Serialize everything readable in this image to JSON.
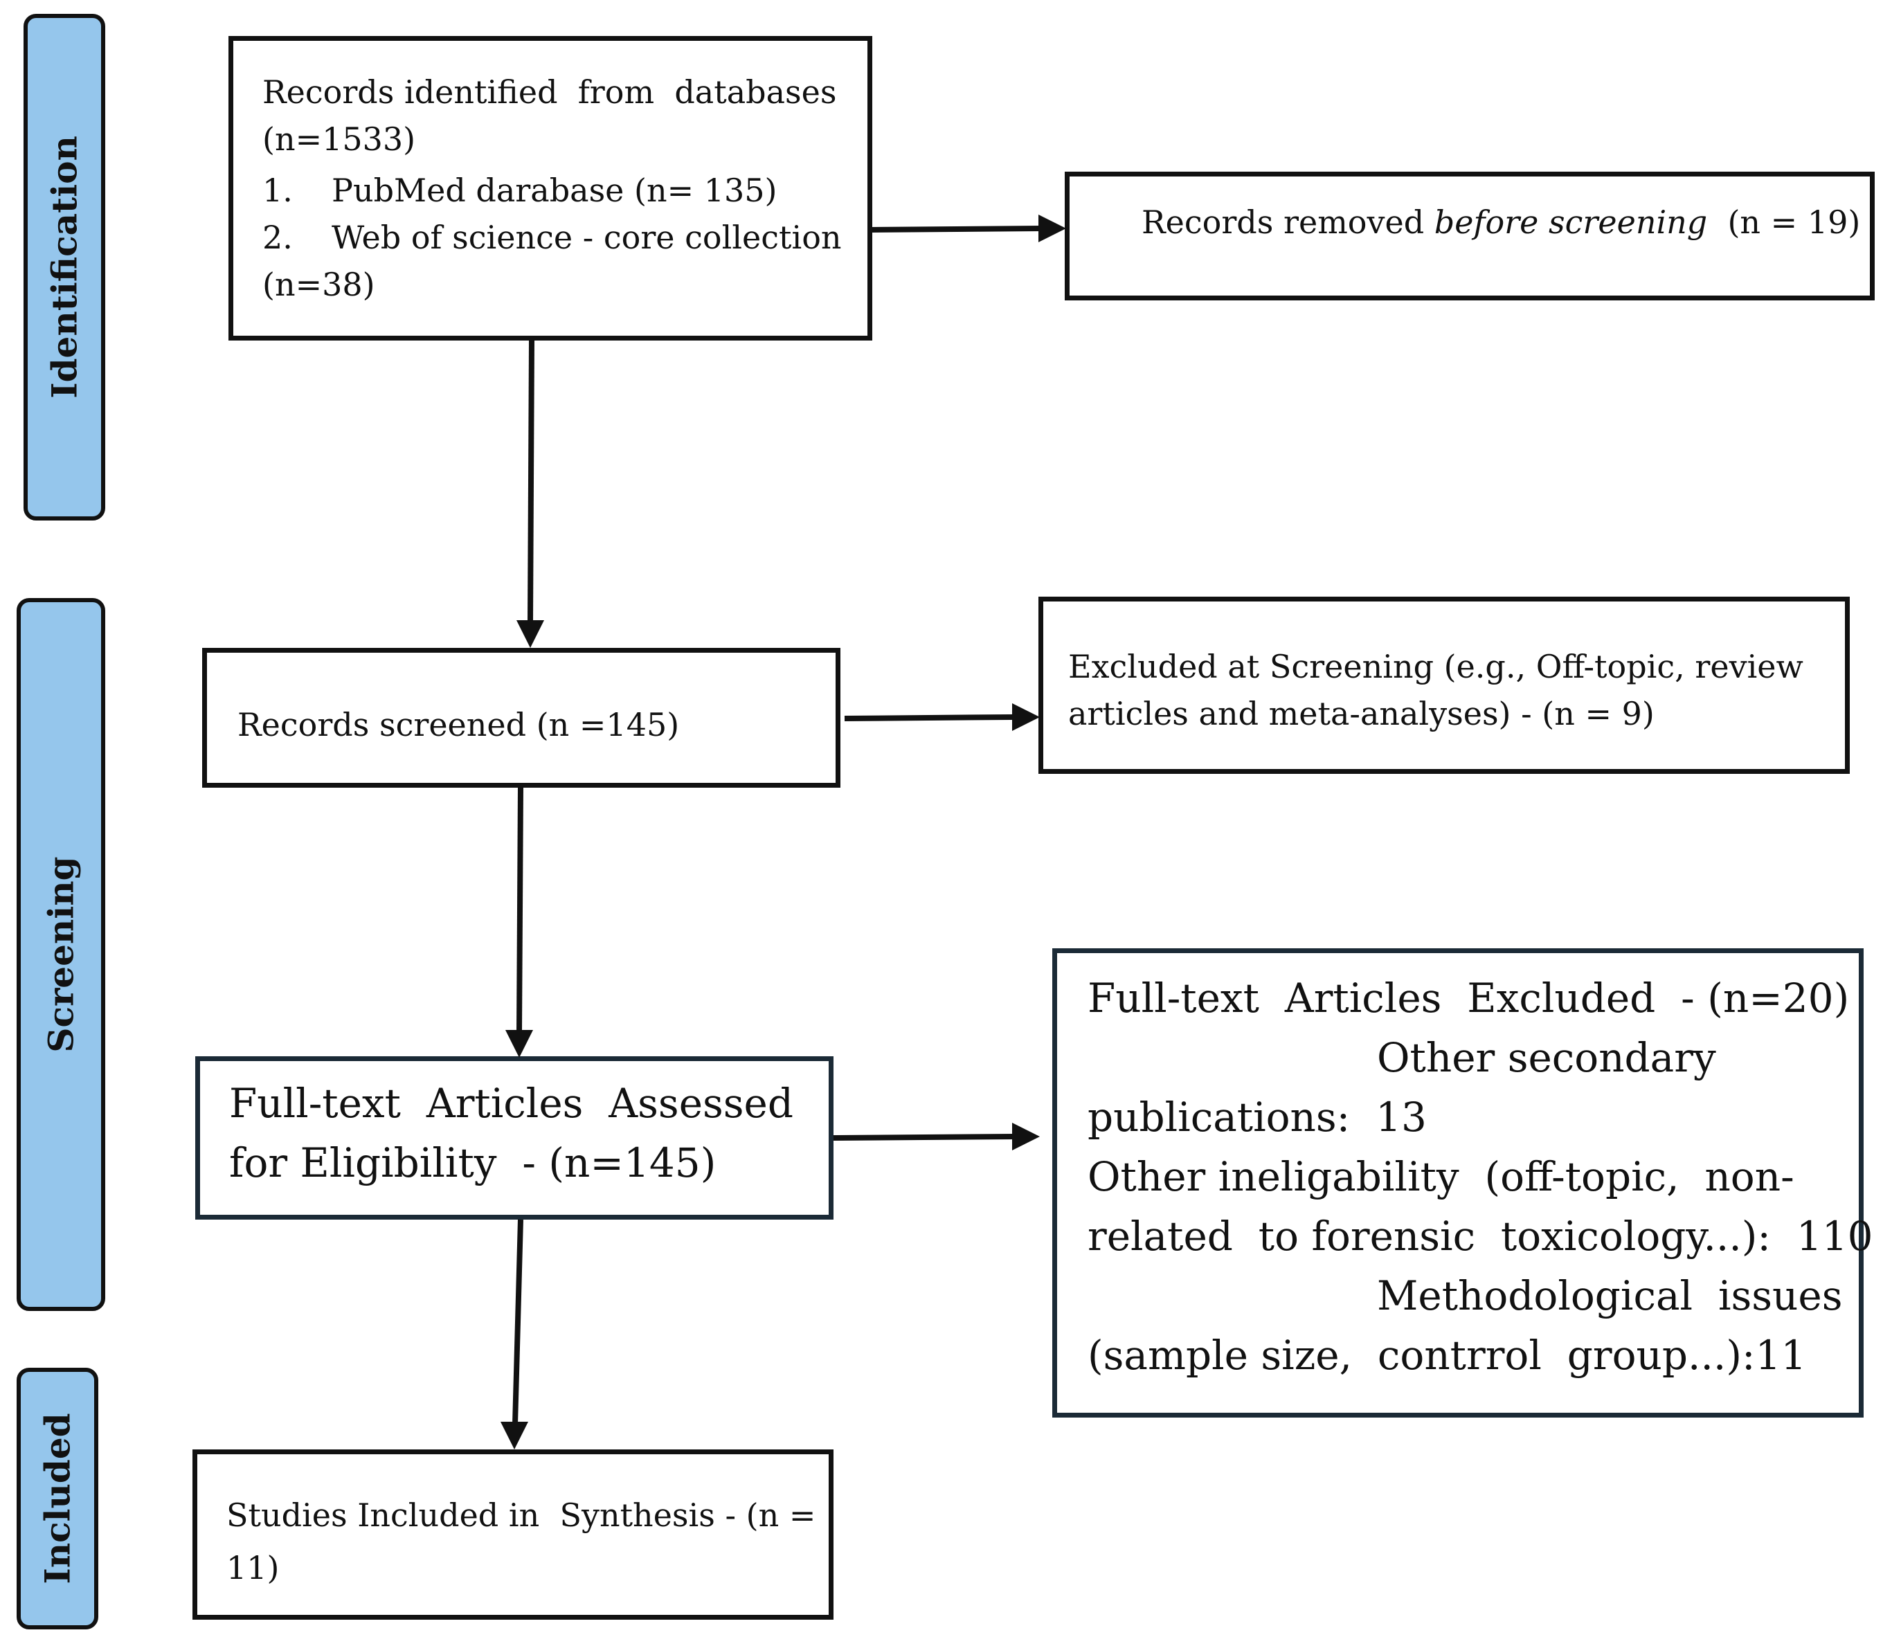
{
  "phases": {
    "identification": "Identification",
    "screening": "Screening",
    "included": "Included"
  },
  "boxes": {
    "records_identified": {
      "line1": "Records identified  from  databases",
      "line2": "(n=1533)",
      "item1_num": "1.",
      "item1_text": "PubMed darabase (n= 135)",
      "item2_num": "2.",
      "item2_text": "Web of science - core collection",
      "line5": "(n=38)"
    },
    "records_removed": {
      "prefix": "Records removed ",
      "italic": "before screening",
      "suffix": "  (n = 19)"
    },
    "records_screened": {
      "text": "Records screened (n =145)"
    },
    "excluded_screening": {
      "line1": "Excluded at Screening (e.g., Off-topic, review",
      "line2": "articles and meta-analyses) - (n = 9)"
    },
    "full_text_assessed": {
      "line1": "Full-text  Articles  Assessed",
      "line2": "for Eligibility  - (n=145)"
    },
    "full_text_excluded": {
      "line1": "Full-text  Articles  Excluded  - (n=20)",
      "line2": "Other secondary",
      "line3": "publications:  13",
      "line4": "Other ineligability  (off-topic,  non-",
      "line5": "related  to forensic  toxicology...):  110",
      "line6": "Methodological  issues",
      "line7": "(sample size,  contrrol  group...):11"
    },
    "studies_included": {
      "line1": "Studies Included in  Synthesis - (n =",
      "line2": "11)"
    }
  }
}
